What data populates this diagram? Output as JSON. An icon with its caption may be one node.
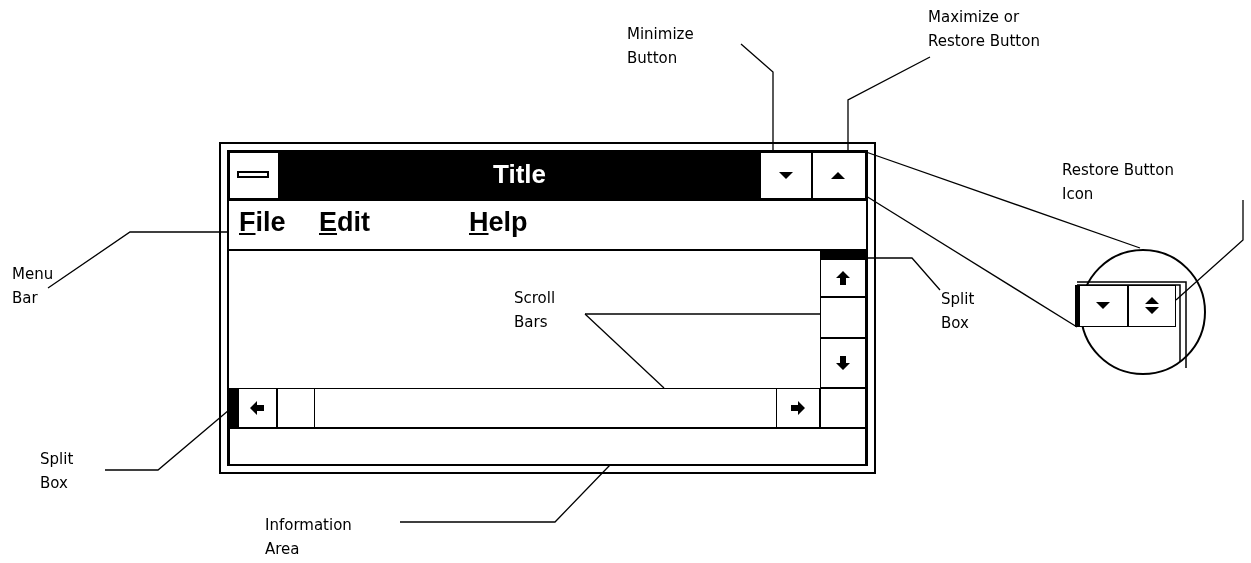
{
  "diagram": {
    "nodes": [
      {
        "text": [
          "Minimize Button"
        ]
      },
      {
        "text": [
          "Maximize or Restore Button"
        ]
      },
      {
        "text": [
          "Restore Button Icon"
        ]
      },
      {
        "text": [
          "Menu Bar"
        ]
      },
      {
        "text": [
          "Scroll Bars"
        ],
        "in": 8
      },
      {
        "text": [
          "Split Box"
        ]
      },
      {
        "text": [
          "Split Box"
        ]
      },
      {
        "text": [
          "Information Area"
        ]
      },
      {
        "text": [],
        "shape": "box"
      },
      {
        "text": [
          "Title"
        ],
        "in": 8
      },
      {
        "text": [],
        "shape": "box",
        "in": 8
      },
      {
        "text": [],
        "shape": "box",
        "in": 8
      },
      {
        "text": [
          "File",
          "Edit",
          "Help"
        ],
        "in": 8
      },
      {
        "text": [],
        "shape": "bar",
        "in": 8
      },
      {
        "text": [],
        "shape": "bar",
        "in": 8
      },
      {
        "text": [],
        "shape": "bar",
        "in": 13
      },
      {
        "text": [],
        "shape": "bar",
        "in": 14
      },
      {
        "text": [],
        "shape": "box",
        "in": 8
      },
      {
        "text": [],
        "shape": "circle"
      },
      {
        "text": [],
        "shape": "box",
        "in": 18
      },
      {
        "text": [],
        "shape": "box",
        "in": 8
      },
      {
        "text": [],
        "shape": "box",
        "in": 8
      }
    ],
    "edges": [
      {
        "from": 0,
        "to": 10,
        "arrow": "none"
      },
      {
        "from": 1,
        "to": 11,
        "arrow": "none"
      },
      {
        "from": 2,
        "to": 19,
        "arrow": "none"
      },
      {
        "from": 3,
        "to": 12,
        "arrow": "none"
      },
      {
        "from": 4,
        "to": 13,
        "arrow": "none"
      },
      {
        "from": 4,
        "to": 14,
        "arrow": "none"
      },
      {
        "from": 5,
        "to": 15,
        "arrow": "none"
      },
      {
        "from": 6,
        "to": 16,
        "arrow": "none"
      },
      {
        "from": 7,
        "to": 17,
        "arrow": "none"
      },
      {
        "from": 11,
        "to": 18,
        "arrow": "none"
      },
      {
        "from": 11,
        "to": 18,
        "arrow": "none"
      }
    ]
  }
}
